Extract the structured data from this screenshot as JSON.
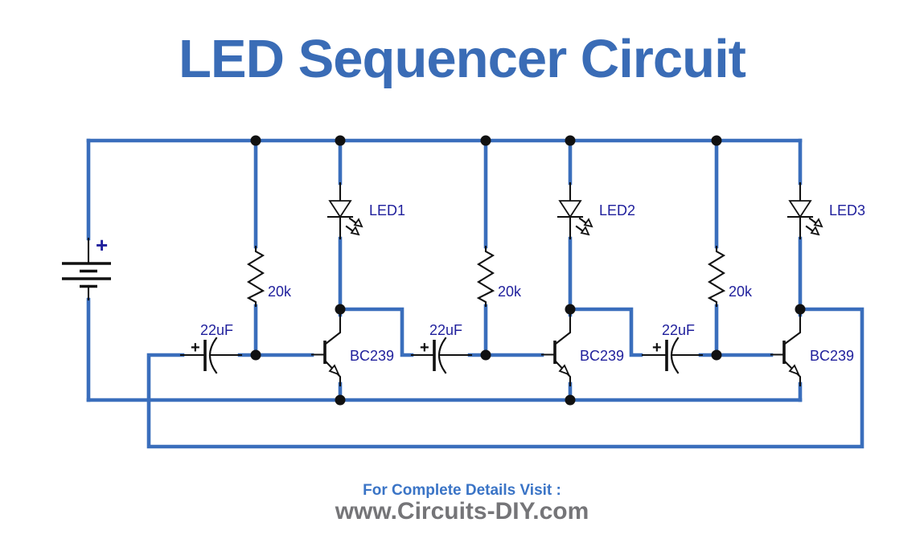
{
  "title": "LED Sequencer Circuit",
  "footer": {
    "cta_label": "For Complete Details Visit :",
    "url_label": "www.Circuits-DIY.com"
  },
  "colors": {
    "wire": "#3a6ebc",
    "component": "#111111",
    "label": "#1f1f9c",
    "title": "#3a6cb6",
    "footer_cta": "#3a74c6",
    "footer_url": "#757578",
    "background": "#ffffff"
  },
  "circuit": {
    "battery": {
      "polarity": "+"
    },
    "stages": [
      {
        "led": "LED1",
        "resistor": "20k",
        "capacitor": "22uF",
        "capacitor_polarity": "+",
        "transistor": "BC239"
      },
      {
        "led": "LED2",
        "resistor": "20k",
        "capacitor": "22uF",
        "capacitor_polarity": "+",
        "transistor": "BC239"
      },
      {
        "led": "LED3",
        "resistor": "20k",
        "capacitor": "22uF",
        "capacitor_polarity": "+",
        "transistor": "BC239"
      }
    ]
  }
}
